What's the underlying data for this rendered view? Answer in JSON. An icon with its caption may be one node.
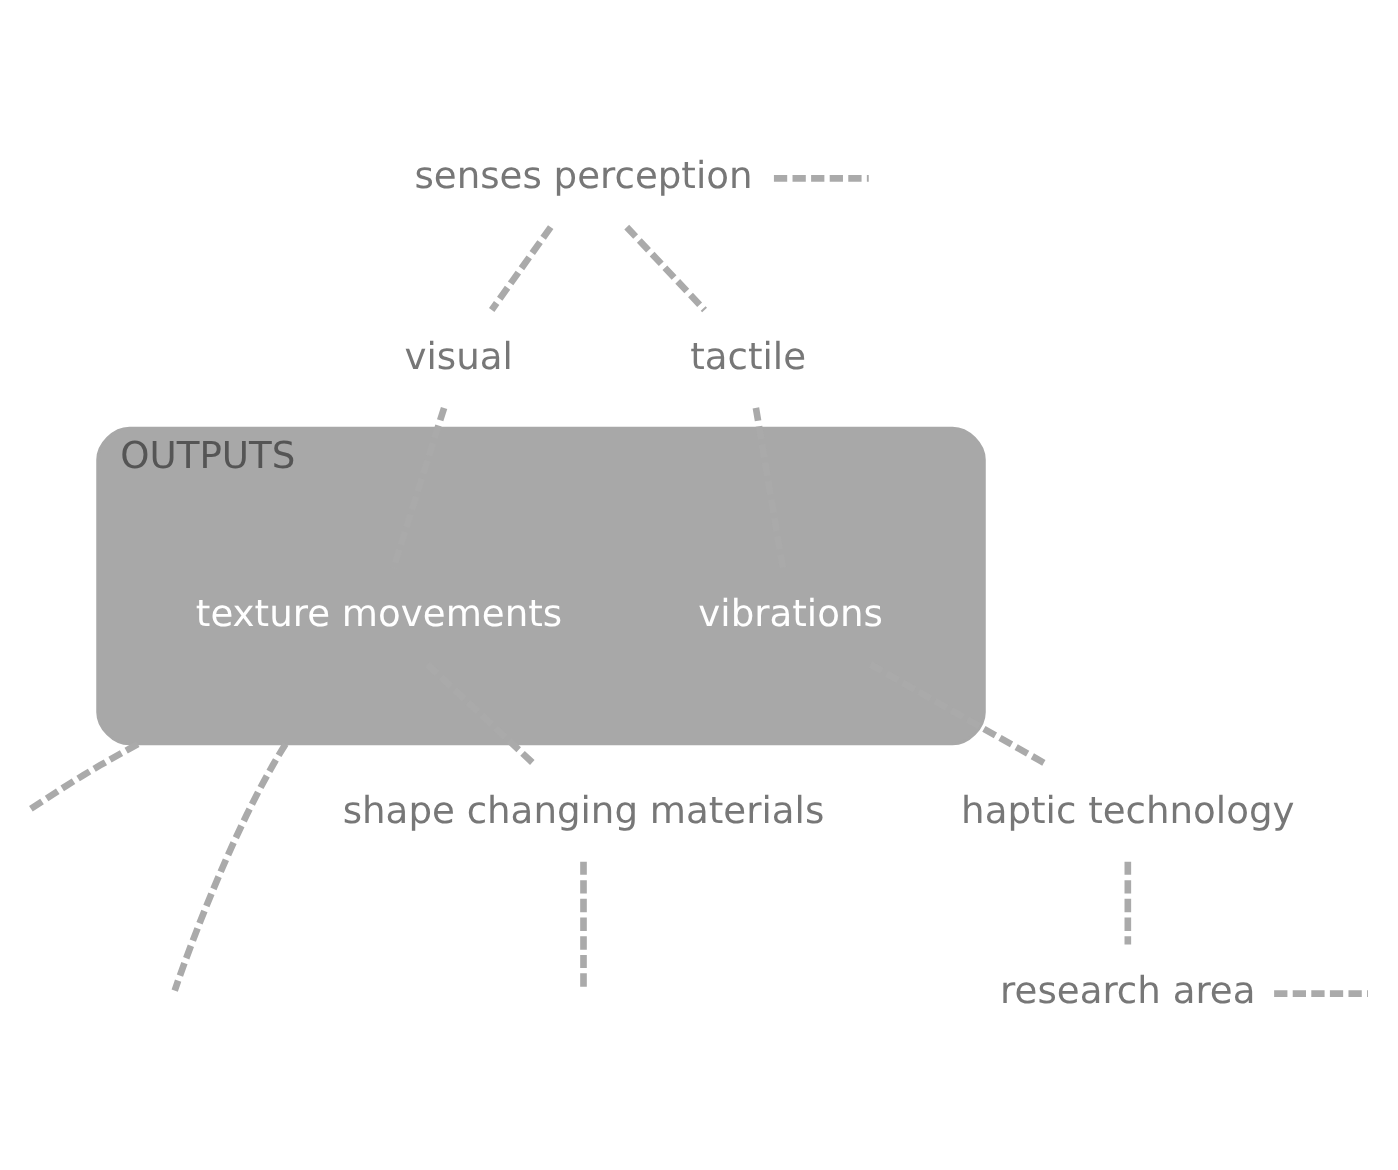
{
  "diagram": {
    "nodes": [
      {
        "text": [
          "OUTPUTS"
        ]
      },
      {
        "text": [
          "texture movements"
        ],
        "in": 0
      },
      {
        "text": [
          "vibrations"
        ],
        "in": 0
      },
      {
        "text": [
          "senses perception"
        ]
      },
      {
        "text": [
          "visual"
        ]
      },
      {
        "text": [
          "tactile"
        ]
      },
      {
        "text": [
          "shape changing materials"
        ]
      },
      {
        "text": [
          "haptic technology"
        ]
      },
      {
        "text": [
          "research area"
        ]
      }
    ],
    "edges": [
      {
        "from": 3,
        "to": null,
        "arrow": "none",
        "style": "dashed"
      },
      {
        "from": 3,
        "to": 4,
        "arrow": "none",
        "style": "dashed"
      },
      {
        "from": 3,
        "to": 5,
        "arrow": "none",
        "style": "dashed"
      },
      {
        "from": 4,
        "to": 1,
        "arrow": "none",
        "style": "dashed"
      },
      {
        "from": 5,
        "to": 2,
        "arrow": "none",
        "style": "dashed"
      },
      {
        "from": 0,
        "to": null,
        "arrow": "none",
        "style": "dashed"
      },
      {
        "from": 1,
        "to": 6,
        "arrow": "none",
        "style": "dashed"
      },
      {
        "from": 2,
        "to": 7,
        "arrow": "none",
        "style": "dashed"
      },
      {
        "from": 0,
        "to": null,
        "arrow": "none",
        "style": "dashed"
      },
      {
        "from": 6,
        "to": null,
        "arrow": "none",
        "style": "dashed"
      },
      {
        "from": 7,
        "to": 8,
        "arrow": "none",
        "style": "dashed"
      },
      {
        "from": 8,
        "to": null,
        "arrow": "none",
        "style": "dashed"
      }
    ]
  }
}
